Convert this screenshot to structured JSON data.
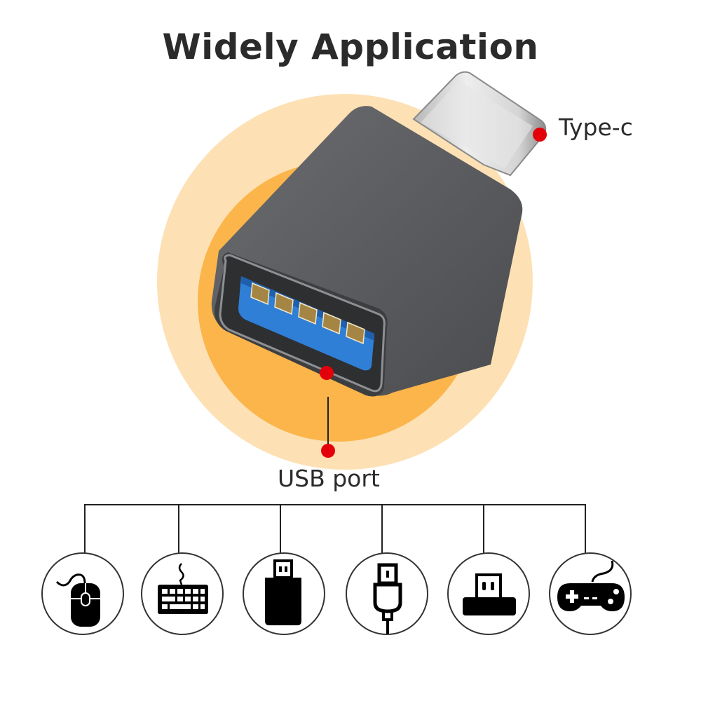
{
  "title": "Widely Application",
  "callouts": {
    "type_c": "Type-c",
    "usb_port": "USB port"
  },
  "colors": {
    "outer_circle": "#fde1b4",
    "inner_circle": "#fbb54a",
    "marker": "#e3000b",
    "body": "#5e5f62",
    "port_blue": "#2f7fd6",
    "pin_gold": "#a48544"
  },
  "devices": [
    {
      "name": "mouse",
      "icon": "mouse-icon"
    },
    {
      "name": "keyboard",
      "icon": "keyboard-icon"
    },
    {
      "name": "usb-flash-drive",
      "icon": "flash-drive-icon"
    },
    {
      "name": "usb-cable",
      "icon": "usb-cable-icon"
    },
    {
      "name": "usb-receiver",
      "icon": "usb-receiver-icon"
    },
    {
      "name": "gamepad",
      "icon": "gamepad-icon"
    }
  ]
}
